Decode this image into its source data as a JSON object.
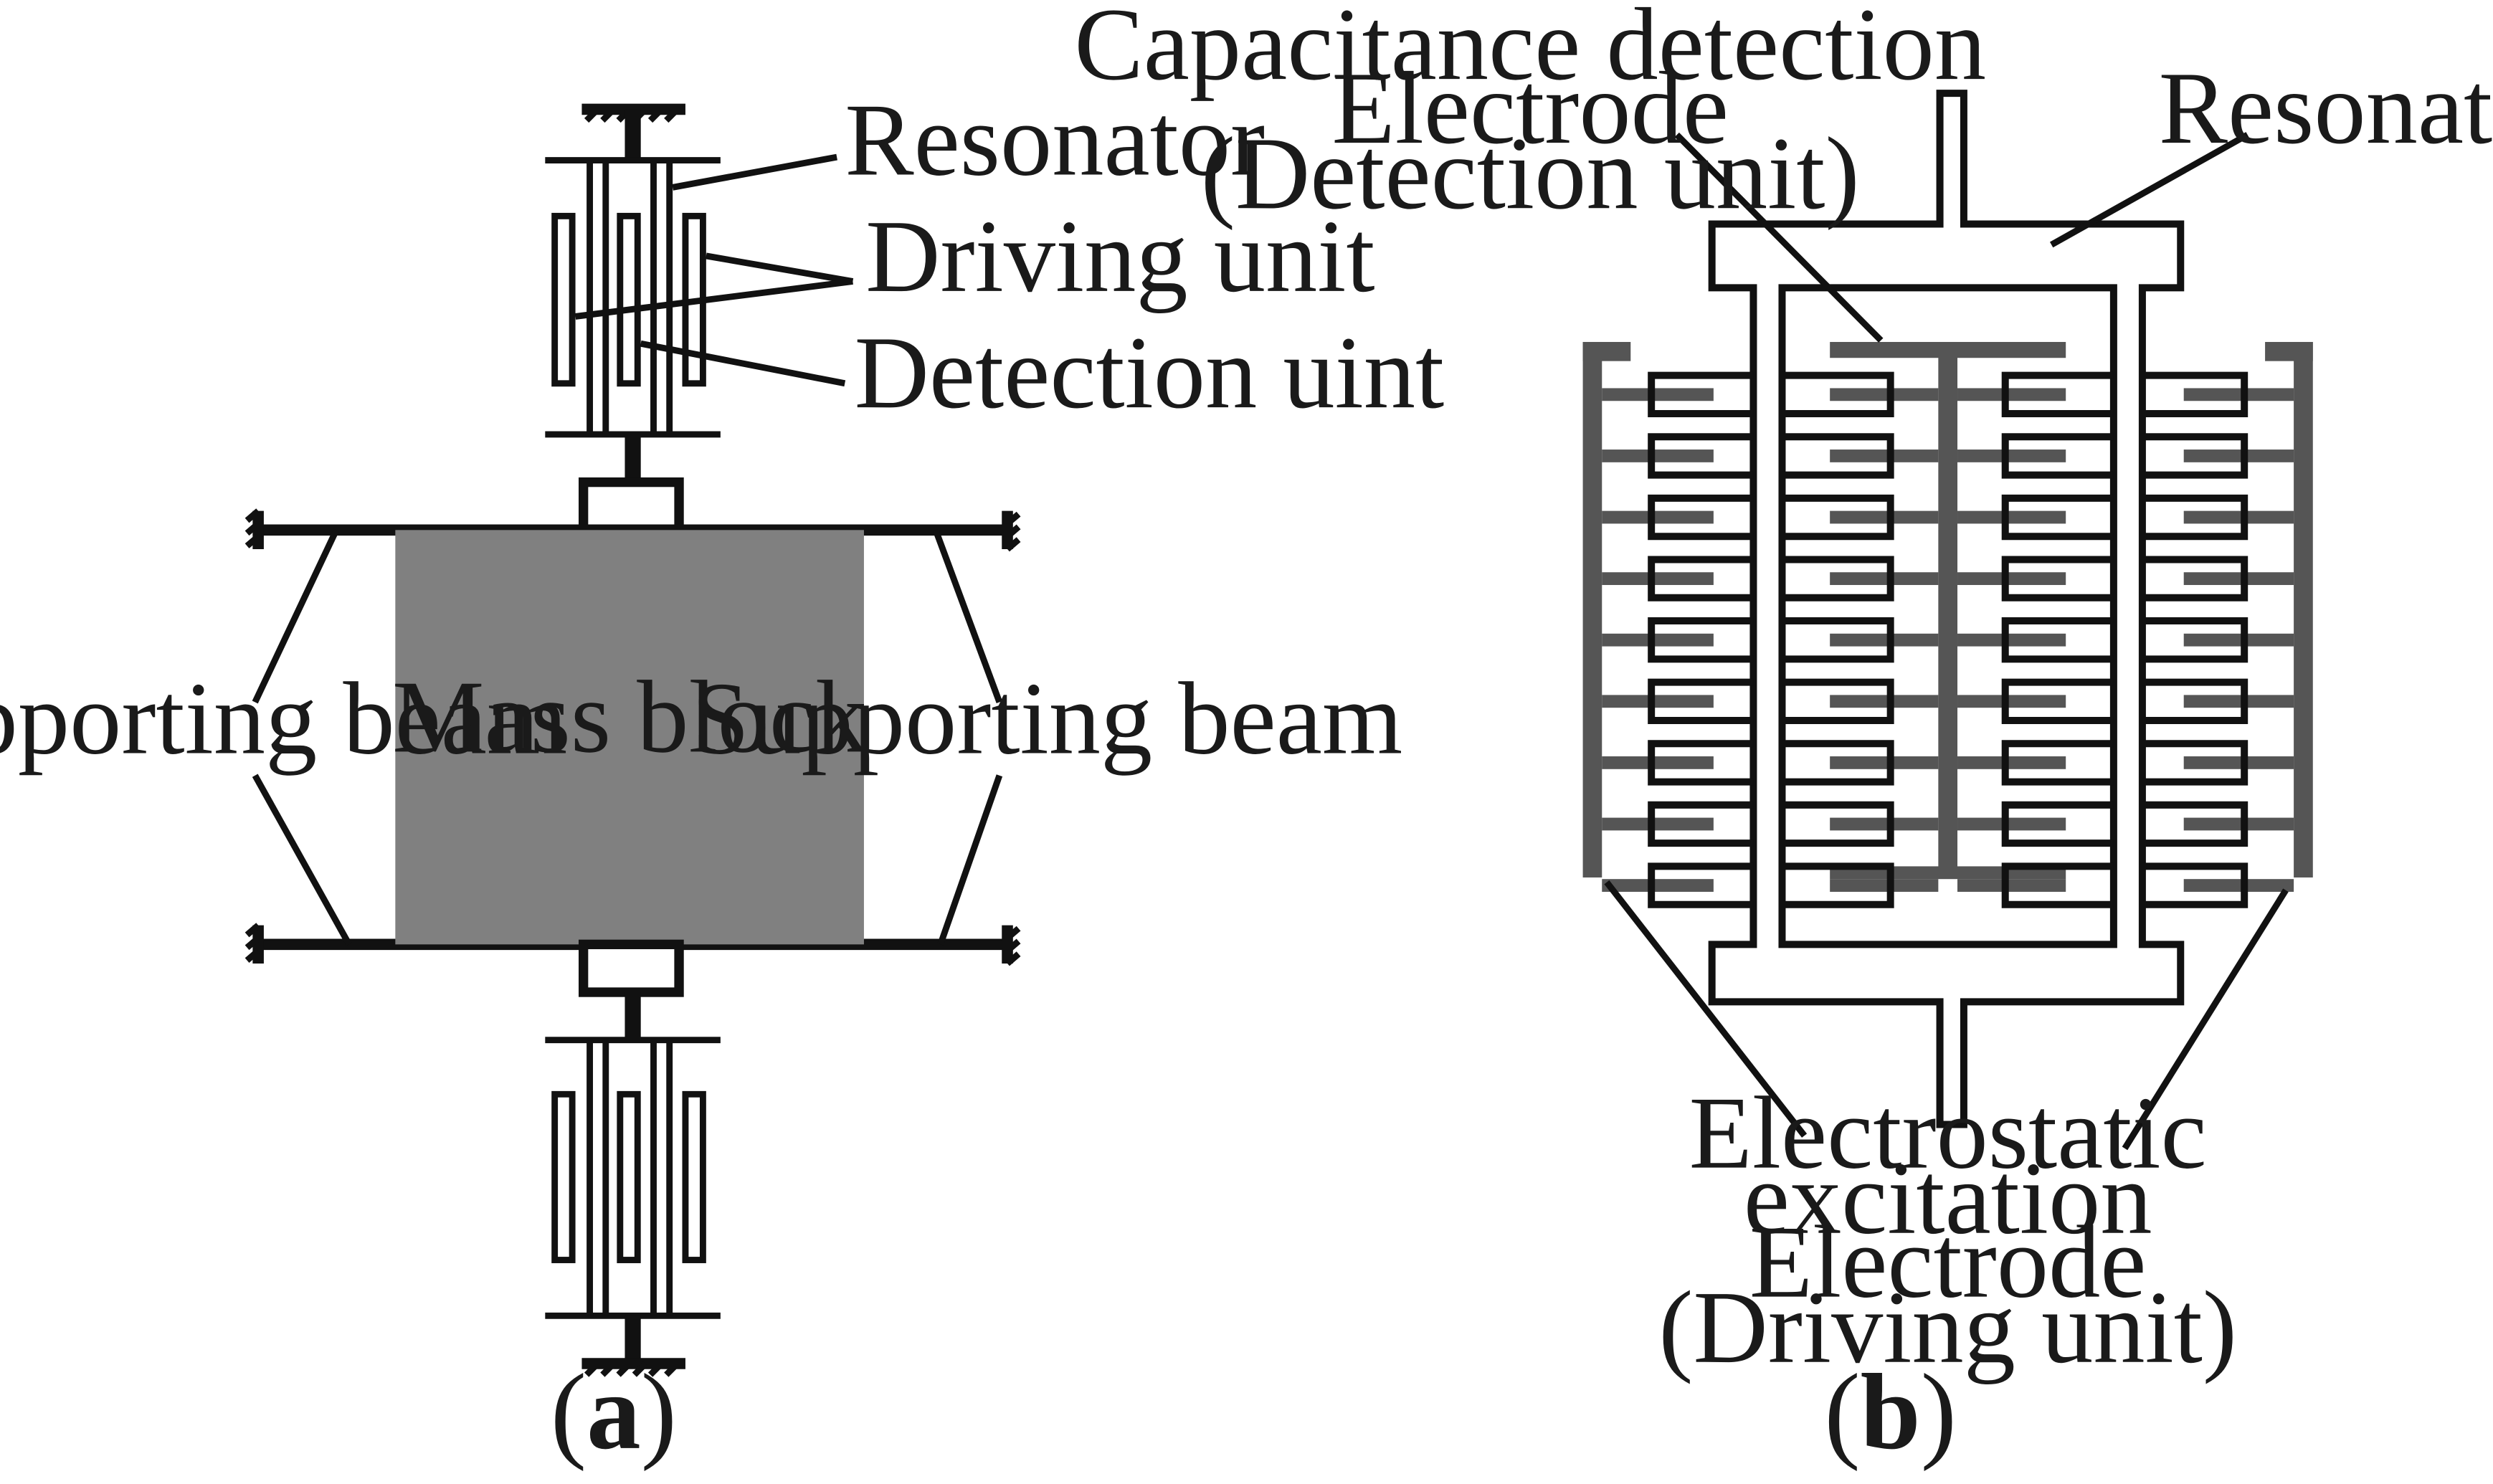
{
  "colors": {
    "mass_fill": "#808080",
    "electrode_fill": "#555555",
    "line": "#111111"
  },
  "panel_a": {
    "resonator_label": "Resonator",
    "driving_label": "Driving unit",
    "detection_label": "Detection uint",
    "mass_label": "Mass block",
    "beam_left_label": "Supporting beam",
    "beam_right_label": "Supporting beam",
    "caption_open": "(",
    "caption_letter": "a",
    "caption_close": ")"
  },
  "panel_b": {
    "detection_label_line1": "Capacitance detection",
    "detection_label_line2": "Electrode",
    "detection_label_line3": "(Detection unit)",
    "resonator_label": "Resonator",
    "excitation_line1": "Electrostatic",
    "excitation_line2": "excitation",
    "excitation_line3": "Electrode",
    "excitation_line4": "(Driving unit)",
    "caption_open": "(",
    "caption_letter": "b",
    "caption_close": ")"
  }
}
